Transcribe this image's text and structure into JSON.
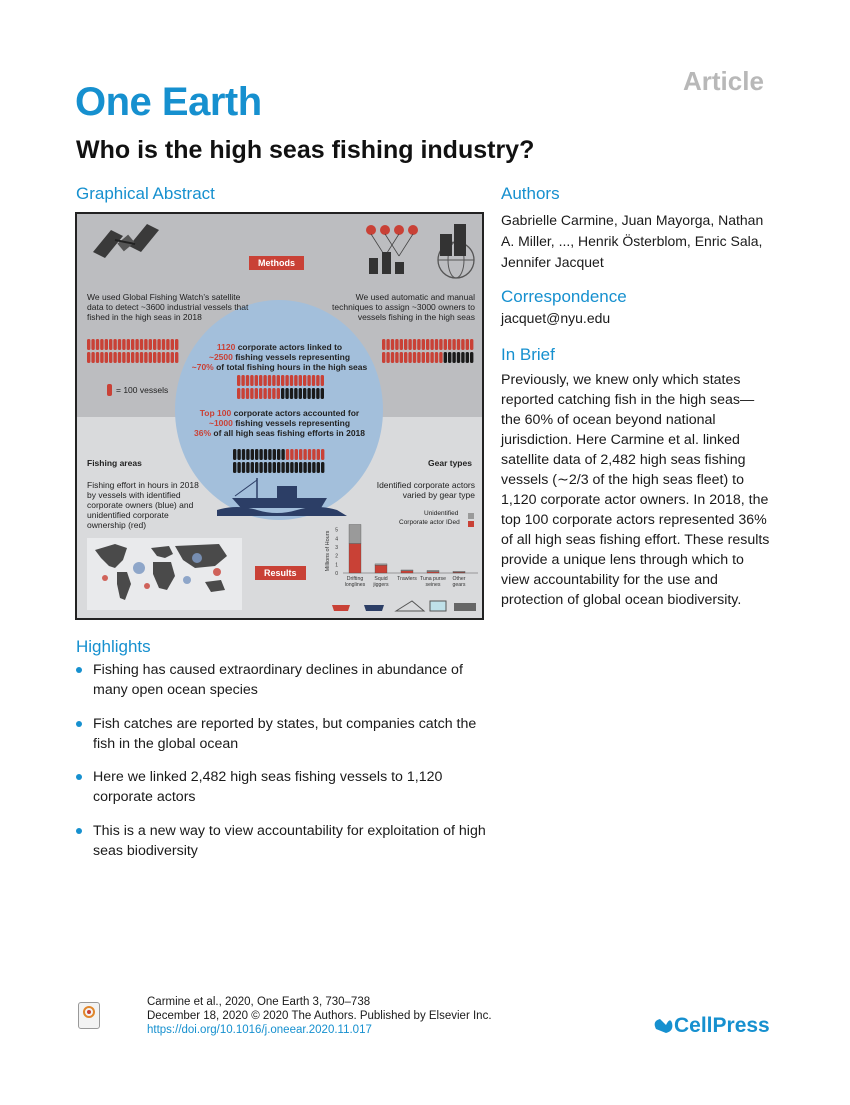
{
  "header": {
    "article_tag": "Article",
    "journal": "One Earth",
    "title": "Who is the high seas fishing industry?"
  },
  "graphical_abstract": {
    "heading": "Graphical Abstract",
    "methods_label": "Methods",
    "results_label": "Results",
    "left_method": "We used Global Fishing Watch’s satellite data to detect ~3600 industrial vessels that fished in the high seas in 2018",
    "right_method": "We used automatic and manual techniques to assign ~3000 owners to vessels fishing in the high seas",
    "center_1a": "1120",
    "center_1b": " corporate actors linked to",
    "center_2a": "~2500",
    "center_2b": " fishing vessels representing",
    "center_3a": "~70%",
    "center_3b": " of total fishing hours in the high seas",
    "legend_unit": "= 100 vessels",
    "top100_a": "Top 100",
    "top100_b": " corporate actors accounted for",
    "top100_c": "~1000",
    "top100_d": " fishing vessels representing",
    "top100_e": "36%",
    "top100_f": " of all high seas fishing efforts in 2018",
    "fishing_areas_title": "Fishing areas",
    "fishing_areas_text": "Fishing effort in hours in 2018 by vessels with identified corporate owners (blue) and unidentified corporate ownership (red)",
    "gear_types_title": "Gear types",
    "gear_types_text": "Identified corporate actors varied by gear type",
    "chart_ylabel": "Millions of Hours",
    "legend_unidentified": "Unidentified",
    "legend_identified": "Corporate actor IDed",
    "colors": {
      "identified": "#c94136",
      "unidentified": "#9a9a9a",
      "circle": "#a3bfdb"
    }
  },
  "chart_data": {
    "type": "bar",
    "title": "",
    "xlabel": "",
    "ylabel": "Millions of Hours",
    "ylim": [
      0,
      6
    ],
    "yticks": [
      "0",
      "1",
      "2",
      "3",
      "4",
      "5"
    ],
    "categories": [
      "Drifting longlines",
      "Squid jiggers",
      "Trawlers",
      "Tuna purse seines",
      "Other gears"
    ],
    "category_labels": [
      [
        "Drifting",
        "longlines"
      ],
      [
        "Squid",
        "jiggers"
      ],
      [
        "Trawlers"
      ],
      [
        "Tuna purse",
        "seines"
      ],
      [
        "Other",
        "gears"
      ]
    ],
    "series": [
      {
        "name": "Corporate actor IDed",
        "values": [
          3.4,
          0.9,
          0.25,
          0.15,
          0.1
        ]
      },
      {
        "name": "Unidentified",
        "values": [
          2.2,
          0.15,
          0.1,
          0.15,
          0.1
        ]
      }
    ]
  },
  "authors": {
    "heading": "Authors",
    "text": "Gabrielle Carmine, Juan Mayorga, Nathan A. Miller, ..., Henrik Österblom, Enric Sala, Jennifer Jacquet"
  },
  "correspondence": {
    "heading": "Correspondence",
    "email": "jacquet@nyu.edu"
  },
  "in_brief": {
    "heading": "In Brief",
    "text": "Previously, we knew only which states reported catching fish in the high seas—the 60% of ocean beyond national jurisdiction. Here Carmine et al. linked satellite data of 2,482 high seas fishing vessels (∼2/3 of the high seas fleet) to 1,120 corporate actor owners. In 2018, the top 100 corporate actors represented 36% of all high seas fishing effort. These results provide a unique lens through which to view accountability for the use and protection of global ocean biodiversity."
  },
  "highlights": {
    "heading": "Highlights",
    "items": [
      "Fishing has caused extraordinary declines in abundance of many open ocean species",
      "Fish catches are reported by states, but companies catch the fish in the global ocean",
      "Here we linked 2,482 high seas fishing vessels to 1,120 corporate actors",
      "This is a new way to view accountability for exploitation of high seas biodiversity"
    ]
  },
  "footer": {
    "citation": "Carmine et al., 2020, One Earth 3, 730–738",
    "date_line": "December 18, 2020 © 2020 The Authors. Published by Elsevier Inc.",
    "doi": "https://doi.org/10.1016/j.oneear.2020.11.017",
    "publisher": "CellPress",
    "check_updates": "Check for updates"
  }
}
